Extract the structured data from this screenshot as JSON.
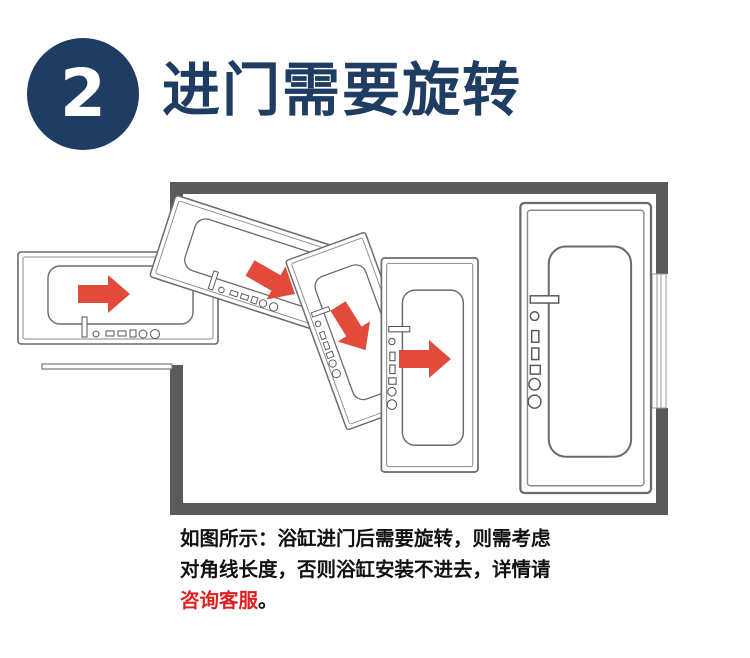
{
  "step": {
    "number": "2",
    "title": "进门需要旋转"
  },
  "caption": {
    "line1": "如图所示：浴缸进门后需要旋转，则需考虑",
    "line2": "对角线长度，否则浴缸安装不进去，详情请",
    "highlight": "咨询客服",
    "end": "。"
  },
  "colors": {
    "badge": "#1f3d63",
    "title": "#1f3d63",
    "wall": "#5a5a5a",
    "arrow": "#e24a3b",
    "highlight": "#e02020"
  },
  "icons": [
    "red-arrow-icon",
    "bathtub-icon",
    "faucet-icon"
  ]
}
